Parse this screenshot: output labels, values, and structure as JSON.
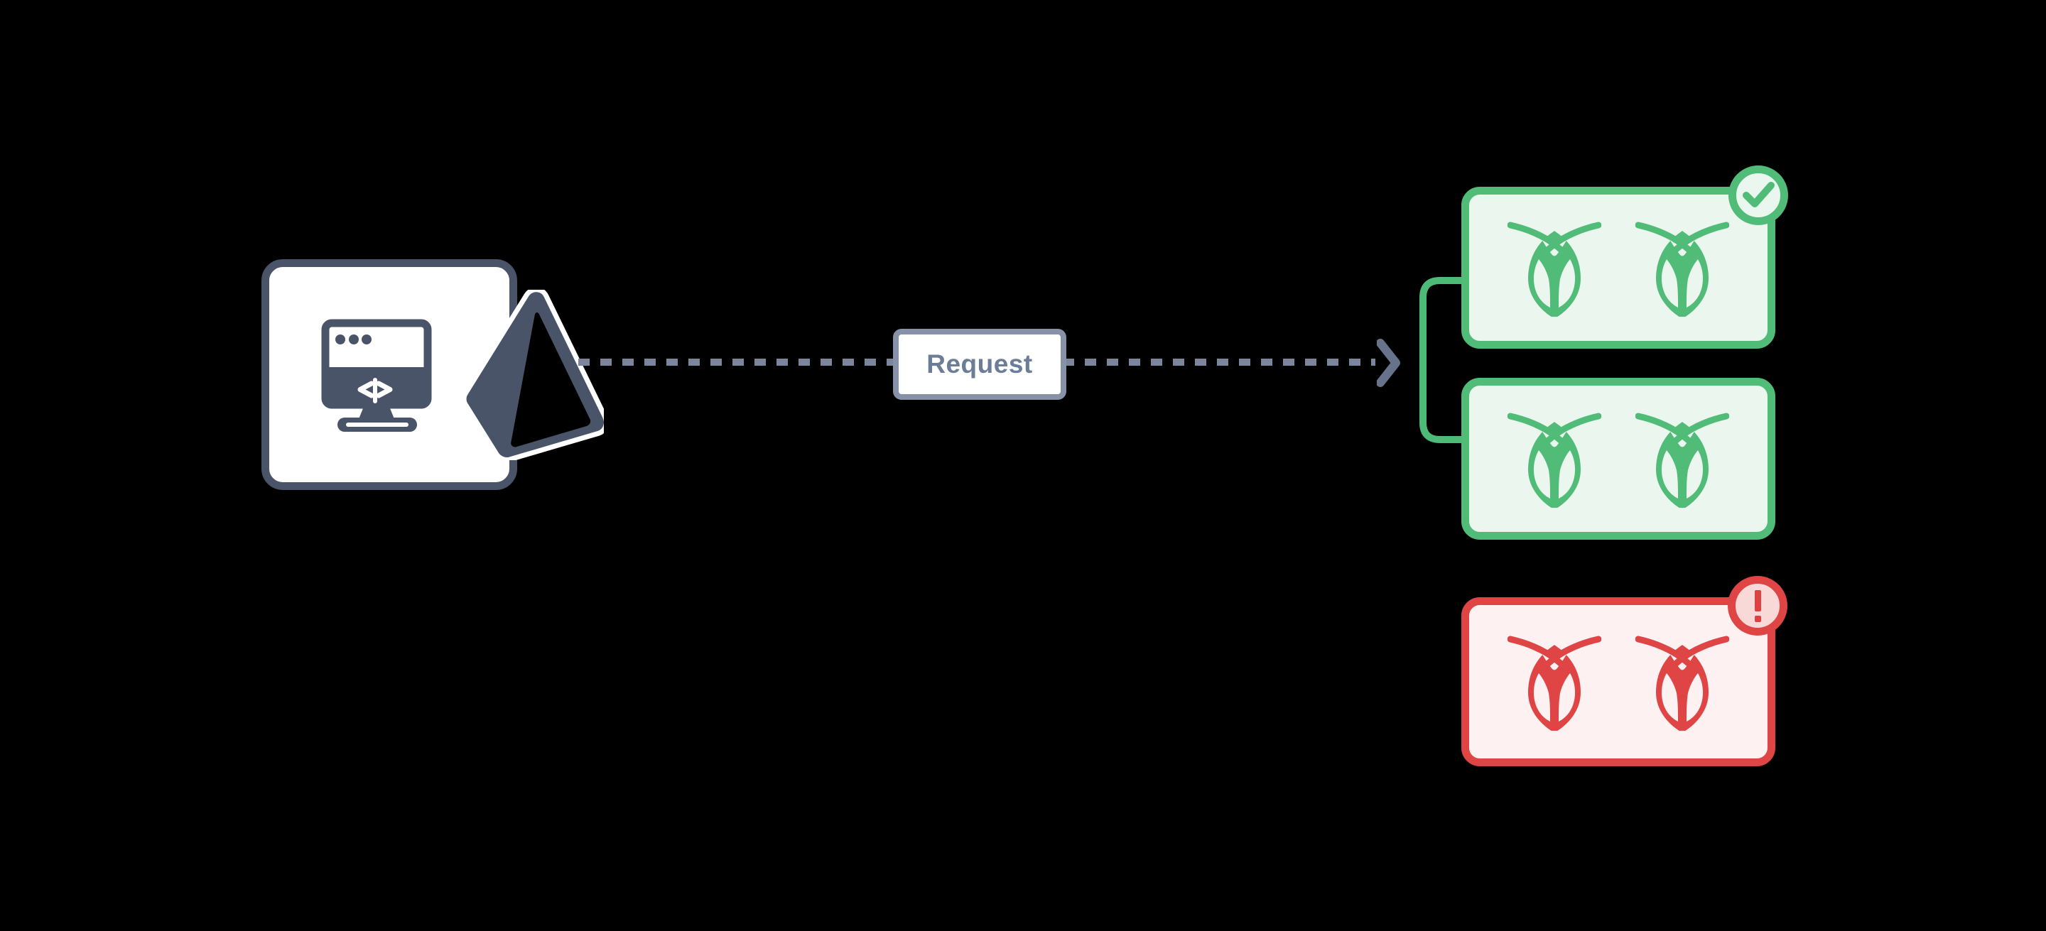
{
  "diagram": {
    "description": "client application sending a request to a database cluster with healthy and failed nodes",
    "client": {
      "icons": [
        "browser-code-icon",
        "prisma-logo-icon"
      ]
    },
    "request": {
      "label": "Request"
    },
    "arrow": {
      "style": "dashed",
      "direction": "left-to-right"
    },
    "cluster": {
      "nodes": [
        {
          "id": "node-1",
          "status": "healthy",
          "badge": "check",
          "instances": 2
        },
        {
          "id": "node-2",
          "status": "healthy",
          "badge": "none",
          "instances": 2
        },
        {
          "id": "node-3",
          "status": "failed",
          "badge": "alert",
          "instances": 2
        }
      ],
      "bracket_groups_nodes": [
        "node-1",
        "node-2"
      ]
    },
    "colors": {
      "background": "#000000",
      "slate": "#4a5468",
      "arrow_gray": "#7b859c",
      "arrowhead_gray": "#67738b",
      "request_text": "#6c7d97",
      "request_border": "#8792a8",
      "healthy_green": "#50bc78",
      "healthy_fill": "#ebf7ee",
      "failed_red": "#df4545",
      "failed_fill": "#fdf1f1",
      "check_badge_fill": "#e9f7ee",
      "alert_badge_fill": "#f9d9d8"
    }
  }
}
